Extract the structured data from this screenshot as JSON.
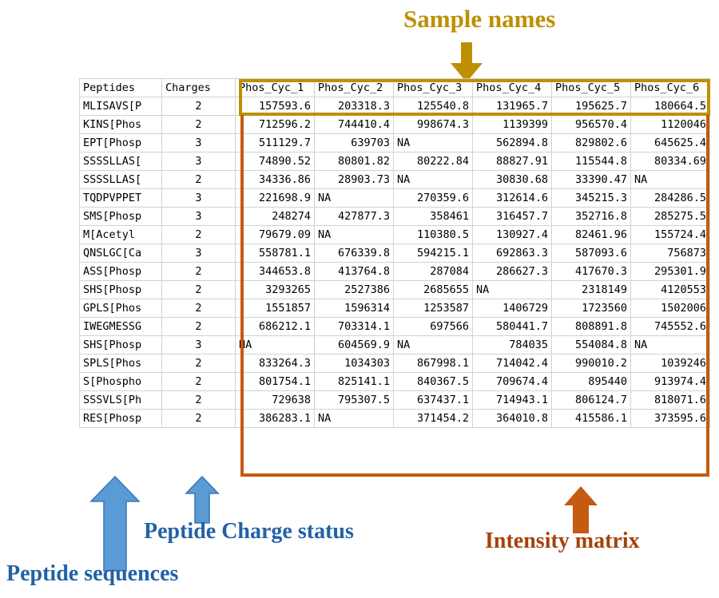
{
  "annotations": {
    "sample_names": {
      "label": "Sample names",
      "color": "#BE9000",
      "arrow": "down-arrow-icon"
    },
    "peptide_sequences": {
      "label": "Peptide sequences",
      "color": "#2262A6",
      "arrow": "up-arrow-icon"
    },
    "charge_status": {
      "label": "Peptide Charge status",
      "color": "#2262A6",
      "arrow": "up-arrow-icon"
    },
    "intensity_matrix": {
      "label": "Intensity matrix",
      "color": "#A5420C",
      "arrow": "up-arrow-icon"
    }
  },
  "table": {
    "headers": {
      "peptides": "Peptides",
      "charges": "Charges",
      "samples": [
        "Phos_Cyc_1",
        "Phos_Cyc_2",
        "Phos_Cyc_3",
        "Phos_Cyc_4",
        "Phos_Cyc_5",
        "Phos_Cyc_6"
      ]
    },
    "header_fill_label": "#A8C8E4",
    "header_fill_sample": "#FFFF00",
    "rows": [
      {
        "peptide": "MLISAVS[P",
        "charge": "2",
        "values": [
          "157593.6",
          "203318.3",
          "125540.8",
          "131965.7",
          "195625.7",
          "180664.5"
        ]
      },
      {
        "peptide": "KINS[Phos",
        "charge": "2",
        "values": [
          "712596.2",
          "744410.4",
          "998674.3",
          "1139399",
          "956570.4",
          "1120046"
        ]
      },
      {
        "peptide": "EPT[Phosp",
        "charge": "3",
        "values": [
          "511129.7",
          "639703",
          "NA",
          "562894.8",
          "829802.6",
          "645625.4"
        ]
      },
      {
        "peptide": "SSSSLLAS[",
        "charge": "3",
        "values": [
          "74890.52",
          "80801.82",
          "80222.84",
          "88827.91",
          "115544.8",
          "80334.69"
        ]
      },
      {
        "peptide": "SSSSLLAS[",
        "charge": "2",
        "values": [
          "34336.86",
          "28903.73",
          "NA",
          "30830.68",
          "33390.47",
          "NA"
        ]
      },
      {
        "peptide": "TQDPVPPET",
        "charge": "3",
        "values": [
          "221698.9",
          "NA",
          "270359.6",
          "312614.6",
          "345215.3",
          "284286.5"
        ]
      },
      {
        "peptide": "SMS[Phosp",
        "charge": "3",
        "values": [
          "248274",
          "427877.3",
          "358461",
          "316457.7",
          "352716.8",
          "285275.5"
        ]
      },
      {
        "peptide": "M[Acetyl",
        "charge": "2",
        "values": [
          "79679.09",
          "NA",
          "110380.5",
          "130927.4",
          "82461.96",
          "155724.4"
        ]
      },
      {
        "peptide": "QNSLGC[Ca",
        "charge": "3",
        "values": [
          "558781.1",
          "676339.8",
          "594215.1",
          "692863.3",
          "587093.6",
          "756873"
        ]
      },
      {
        "peptide": "ASS[Phosp",
        "charge": "2",
        "values": [
          "344653.8",
          "413764.8",
          "287084",
          "286627.3",
          "417670.3",
          "295301.9"
        ]
      },
      {
        "peptide": "SHS[Phosp",
        "charge": "2",
        "values": [
          "3293265",
          "2527386",
          "2685655",
          "NA",
          "2318149",
          "4120553"
        ]
      },
      {
        "peptide": "GPLS[Phos",
        "charge": "2",
        "values": [
          "1551857",
          "1596314",
          "1253587",
          "1406729",
          "1723560",
          "1502006"
        ]
      },
      {
        "peptide": "IWEGMESSG",
        "charge": "2",
        "values": [
          "686212.1",
          "703314.1",
          "697566",
          "580441.7",
          "808891.8",
          "745552.6"
        ]
      },
      {
        "peptide": "SHS[Phosp",
        "charge": "3",
        "values": [
          "NA",
          "604569.9",
          "NA",
          "784035",
          "554084.8",
          "NA"
        ]
      },
      {
        "peptide": "SPLS[Phos",
        "charge": "2",
        "values": [
          "833264.3",
          "1034303",
          "867998.1",
          "714042.4",
          "990010.2",
          "1039246"
        ]
      },
      {
        "peptide": "S[Phospho",
        "charge": "2",
        "values": [
          "801754.1",
          "825141.1",
          "840367.5",
          "709674.4",
          "895440",
          "913974.4"
        ]
      },
      {
        "peptide": "SSSVLS[Ph",
        "charge": "2",
        "values": [
          "729638",
          "795307.5",
          "637437.1",
          "714943.1",
          "806124.7",
          "818071.6"
        ]
      },
      {
        "peptide": "RES[Phosp",
        "charge": "2",
        "values": [
          "386283.1",
          "NA",
          "371454.2",
          "364010.8",
          "415586.1",
          "373595.6"
        ]
      }
    ]
  }
}
